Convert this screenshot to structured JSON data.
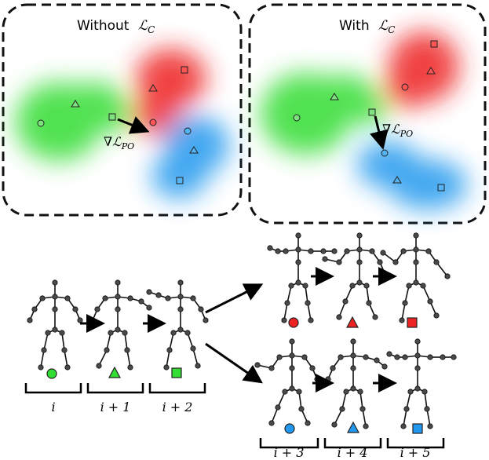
{
  "panels": {
    "left_title_prefix": "Without",
    "right_title_prefix": "With",
    "loss_symbol": "ℒ",
    "loss_subscript": "C",
    "gradient_nabla": "∇",
    "gradient_symbol": "ℒ",
    "gradient_subscript": "PO"
  },
  "frame_labels": {
    "group1": [
      "i",
      "i + 1",
      "i + 2"
    ],
    "group2_upper": [],
    "group2_lower": [
      "i + 3",
      "i + 4",
      "i + 5"
    ]
  },
  "colors": {
    "green": "#33dd33",
    "red": "#ee2222",
    "blue": "#2299ee",
    "green_fill": "#7fe27f",
    "red_fill": "#ff5555",
    "blue_fill": "#55b4f4",
    "skeleton_joint": "#4a4a4a",
    "skeleton_bone": "#111111"
  },
  "legend_shapes": [
    "circle",
    "triangle",
    "square"
  ]
}
